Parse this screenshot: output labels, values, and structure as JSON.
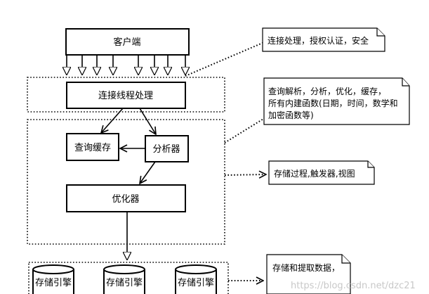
{
  "nodes": {
    "client": "客户端",
    "connection_thread": "连接线程处理",
    "query_cache": "查询缓存",
    "analyzer": "分析器",
    "optimizer": "优化器",
    "storage_engines": [
      "存储引擎",
      "存储引擎",
      "存储引擎"
    ]
  },
  "notes": {
    "connection": [
      "连接处理，授权认证，安全"
    ],
    "service": [
      "查询解析，分析，优化，缓存，",
      "所有内建函数(日期，时间，数学和",
      "加密函数等)"
    ],
    "procedures": [
      "存储过程,触发器,视图"
    ],
    "storage": [
      "存储和提取数据，"
    ]
  },
  "watermark": "https://blog.csdn.net/dzc21"
}
